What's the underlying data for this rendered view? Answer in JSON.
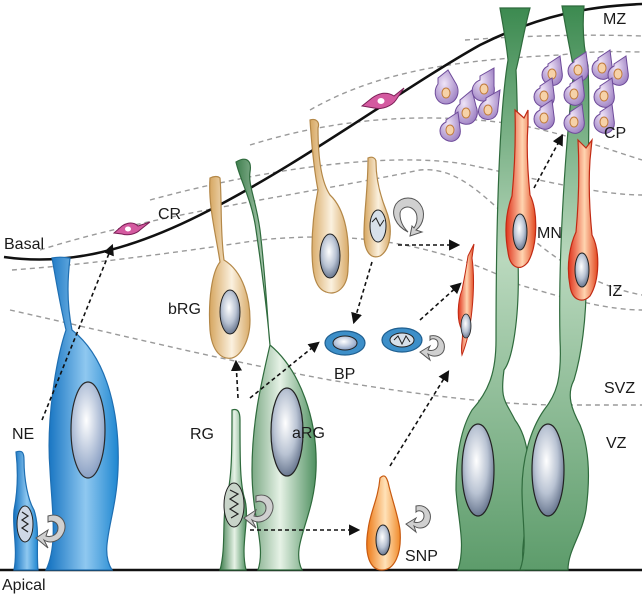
{
  "labels": {
    "mz": "MZ",
    "cp": "CP",
    "iz": "IZ",
    "svz": "SVZ",
    "vz": "VZ",
    "basal": "Basal",
    "apical": "Apical",
    "cr": "CR",
    "mn": "MN",
    "brg": "bRG",
    "bp": "BP",
    "ne": "NE",
    "rg": "RG",
    "arg": "aRG",
    "snp": "SNP"
  },
  "colors": {
    "ne": "#2e8fd6",
    "rg": "#5a9a66",
    "brg": "#d9b57e",
    "bp": "#3d8fc9",
    "neuron": "#e8452a",
    "snp": "#f08a2a",
    "cp_neuron": "#a88bc9",
    "cr_cell": "#b0387a"
  }
}
